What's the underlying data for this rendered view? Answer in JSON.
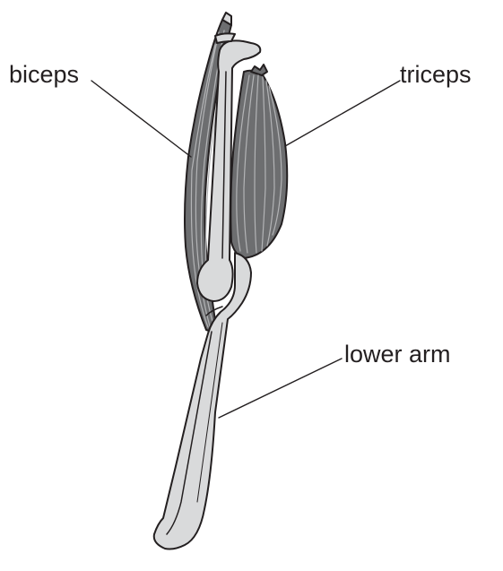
{
  "diagram": {
    "labels": {
      "biceps": "biceps",
      "triceps": "triceps",
      "lower_arm": "lower arm"
    },
    "colors": {
      "muscle": "#6d6e70",
      "bone": "#d9dadb",
      "outline": "#231f20",
      "text": "#231f20"
    }
  }
}
